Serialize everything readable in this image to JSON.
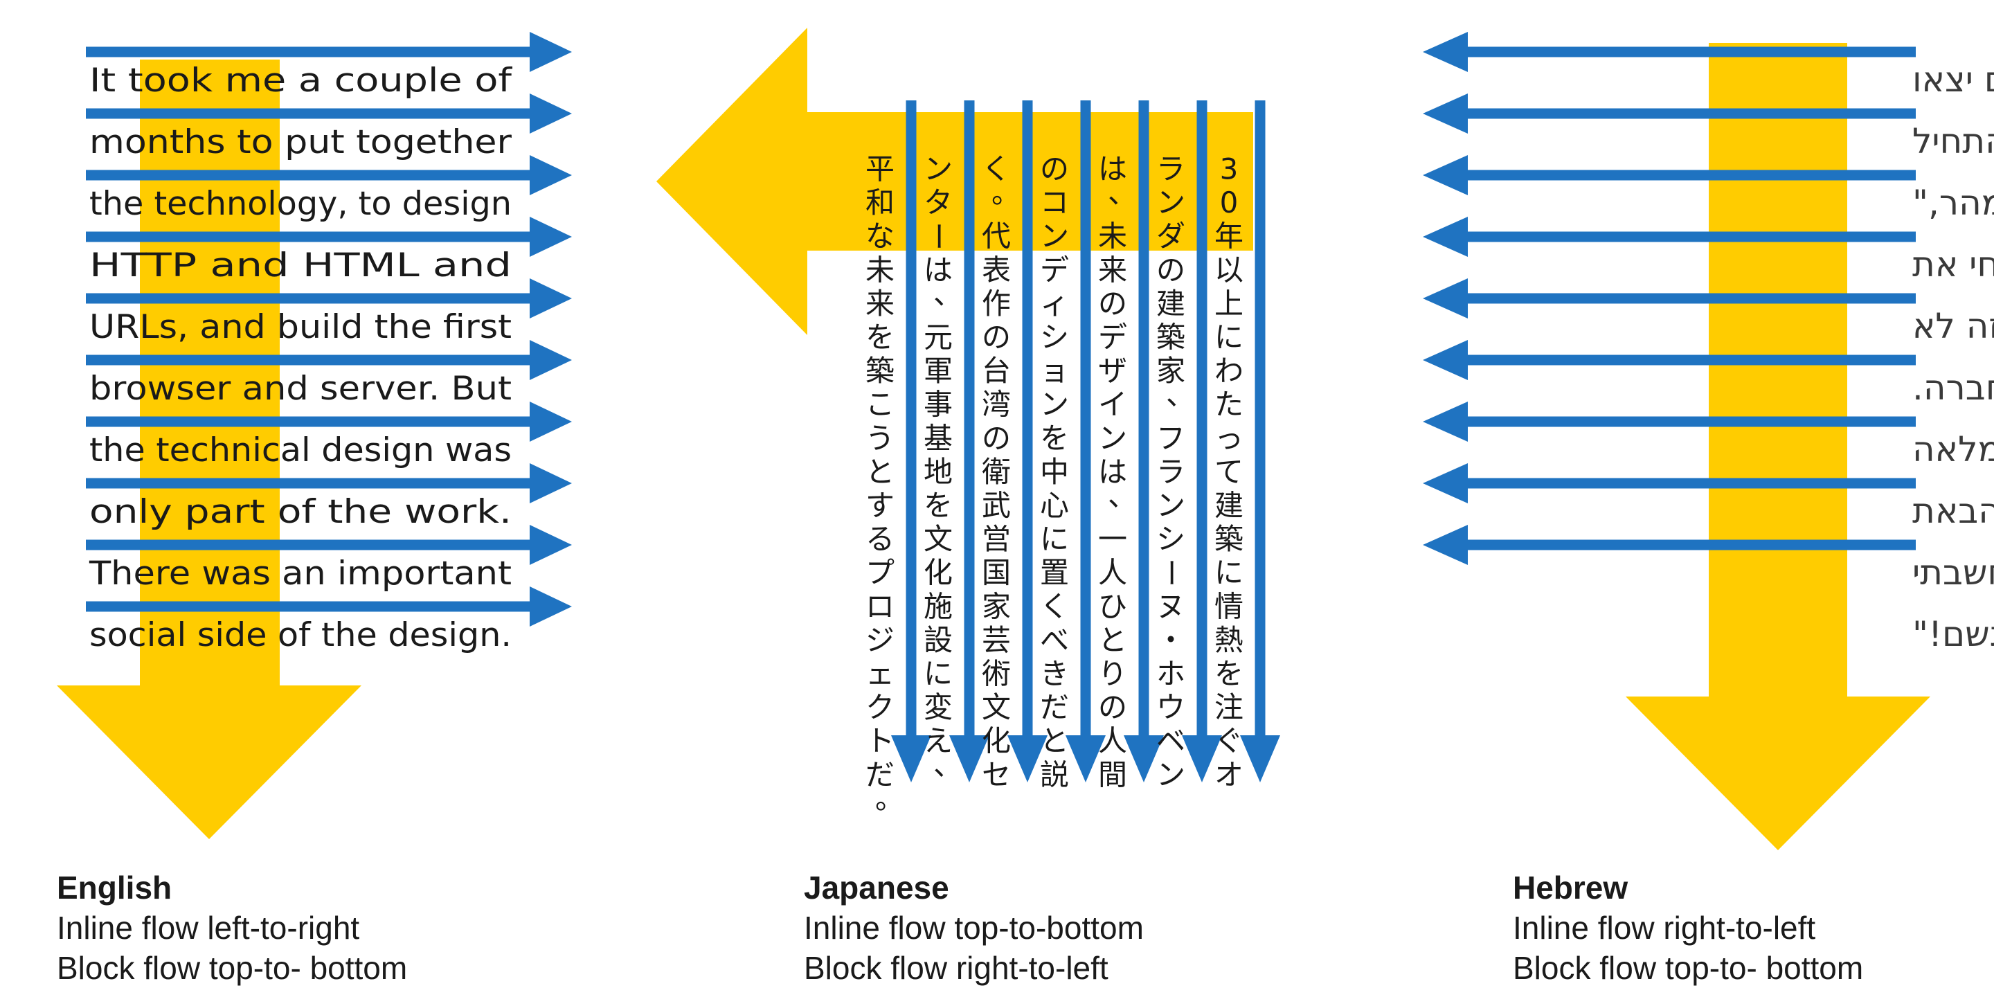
{
  "colors": {
    "block_arrow": "#FFCC00",
    "inline_arrow": "#1F73C1",
    "text": "#1A1A1A"
  },
  "panels": {
    "english": {
      "title": "English",
      "inline_desc": "Inline flow left-to-right",
      "block_desc": "Block flow top-to- bottom",
      "lines": [
        "It took me a couple of",
        "months to put together",
        "the technology, to design",
        "HTTP and HTML and",
        "URLs, and build the first",
        "browser and server. But",
        "the technical design was",
        "only part of the work.",
        "There was an important",
        "social side of the design."
      ]
    },
    "japanese": {
      "title": "Japanese",
      "inline_desc": "Inline flow top-to-bottom",
      "block_desc": "Block flow right-to-left",
      "columns": [
        "30年以上にわたって建築に情熱を注ぐオ",
        "ランダの建築家、フランシーヌ・ホウベン",
        "は、未来のデザインは、一人ひとりの人間",
        "のコンディションを中心に置くべきだと説",
        "く。代表作の台湾の衛武営国家芸術文化セ",
        "ンターは、元軍事基地を文化施設に変え、",
        "平和な未来を築こうとするプロジェクトだ。"
      ]
    },
    "hebrew": {
      "title": "Hebrew",
      "inline_desc": "Inline flow right-to-left",
      "block_desc": "Block flow top-to- bottom",
      "lines": [
        "שתי נשים מחלם יצאו",
        "לסיבוב, ולפתע התחיל",
        "לרדת גשם. \"מהר,\"",
        "אמרה אחת. \"תפתחי את",
        "המטרייה שלך\". \"זה לא",
        "יעזור,\" אמרה החברה.",
        "\"המטרייה שלי מלאה",
        "חורים\". \"אז למה הבאת",
        "אותה?\" \"לא חשבתי",
        "שירד גשם!\""
      ]
    }
  }
}
